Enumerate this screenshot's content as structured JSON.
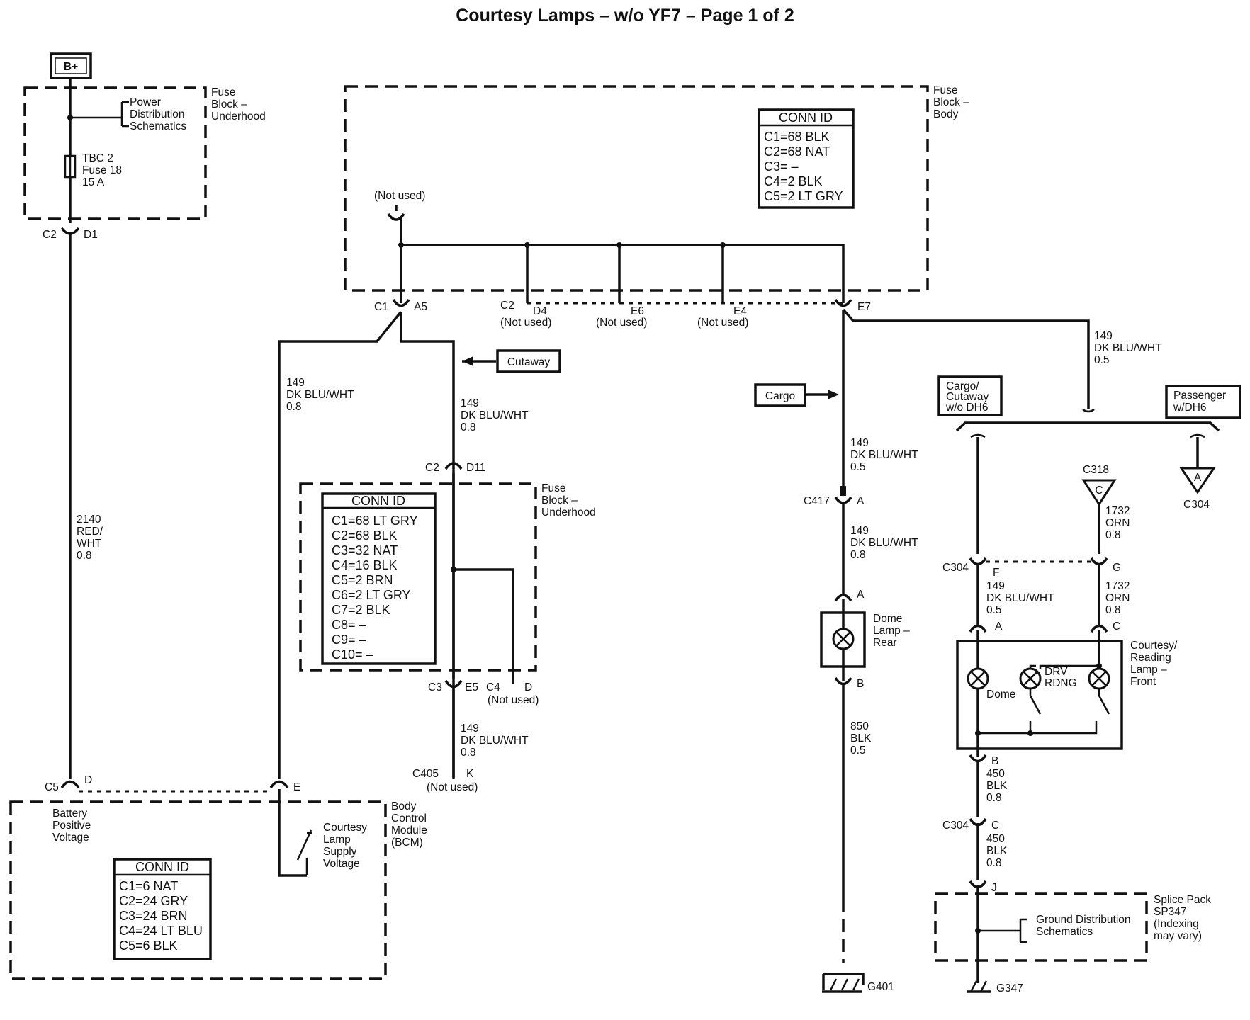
{
  "title": "Courtesy Lamps – w/o YF7  – Page 1 of 2",
  "battery": "B+",
  "fuse_block_underhood_top": {
    "label": [
      "Fuse",
      "Block –",
      "Underhood"
    ],
    "ref": [
      "Power",
      "Distribution",
      "Schematics"
    ],
    "fuse": [
      "TBC 2",
      "Fuse 18",
      "15 A"
    ],
    "conn_left": "C2",
    "conn_right": "D1"
  },
  "fuse_block_body": {
    "label": [
      "Fuse",
      "Block –",
      "Body"
    ],
    "not_used_top": "(Not used)",
    "conn_id": {
      "header": "CONN ID",
      "rows": [
        "C1=68 BLK",
        "C2=68 NAT",
        "C3= –",
        "C4=2 BLK",
        "C5=2 LT GRY"
      ]
    },
    "c1": "C1",
    "a5": "A5",
    "c2": "C2",
    "d4": "D4",
    "d4_note": "(Not used)",
    "e6": "E6",
    "e6_note": "(Not used)",
    "e4": "E4",
    "e4_note": "(Not used)",
    "e7": "E7"
  },
  "wires": {
    "w2140": [
      "2140",
      "RED/",
      "WHT",
      "0.8"
    ],
    "w149_left": [
      "149",
      "DK BLU/WHT",
      "0.8"
    ],
    "w149_mid": [
      "149",
      "DK BLU/WHT",
      "0.8"
    ],
    "w149_mid_low": [
      "149",
      "DK BLU/WHT",
      "0.8"
    ],
    "w149_cargo": [
      "149",
      "DK BLU/WHT",
      "0.5"
    ],
    "w149_c417": [
      "149",
      "DK BLU/WHT",
      "0.8"
    ],
    "w850": [
      "850",
      "BLK",
      "0.5"
    ],
    "w149_right": [
      "149",
      "DK BLU/WHT",
      "0.5"
    ],
    "w149_c304": [
      "149",
      "DK BLU/WHT",
      "0.5"
    ],
    "w1732_top": [
      "1732",
      "ORN",
      "0.8"
    ],
    "w1732_bot": [
      "1732",
      "ORN",
      "0.8"
    ],
    "w450_top": [
      "450",
      "BLK",
      "0.8"
    ],
    "w450_bot": [
      "450",
      "BLK",
      "0.8"
    ]
  },
  "cutaway": "Cutaway",
  "cargo": "Cargo",
  "fuse_block_underhood_mid": {
    "label": [
      "Fuse",
      "Block –",
      "Underhood"
    ],
    "c2": "C2",
    "d11": "D11",
    "conn_id": {
      "header": "CONN ID",
      "rows": [
        "C1=68 LT GRY",
        "C2=68 BLK",
        "C3=32 NAT",
        "C4=16 BLK",
        "C5=2 BRN",
        "C6=2 LT GRY",
        "C7=2 BLK",
        "C8= –",
        "C9= –",
        "C10= –"
      ]
    },
    "c3": "C3",
    "e5": "E5",
    "c4": "C4",
    "d": "D",
    "c4_note": "(Not used)"
  },
  "c405": {
    "label": "C405",
    "pin": "K",
    "note": "(Not used)"
  },
  "bcm": {
    "label": [
      "Body",
      "Control",
      "Module",
      "(BCM)"
    ],
    "c5": "C5",
    "d": "D",
    "e": "E",
    "battery_positive": [
      "Battery",
      "Positive",
      "Voltage"
    ],
    "courtesy_supply": [
      "Courtesy",
      "Lamp",
      "Supply",
      "Voltage"
    ],
    "conn_id": {
      "header": "CONN ID",
      "rows": [
        "C1=6 NAT",
        "C2=24 GRY",
        "C3=24 BRN",
        "C4=24 LT BLU",
        "C5=6 BLK"
      ]
    }
  },
  "c417": {
    "label": "C417",
    "pin": "A"
  },
  "dome_rear": {
    "label": [
      "Dome",
      "Lamp –",
      "Rear"
    ],
    "pin_a": "A",
    "pin_b": "B"
  },
  "g401": "G401",
  "options": {
    "cargo_cutaway": [
      "Cargo/",
      "Cutaway",
      "w/o DH6"
    ],
    "passenger": [
      "Passenger",
      "w/DH6"
    ]
  },
  "c318": {
    "label": "C318",
    "tri": "C"
  },
  "c304_ref": {
    "label": "C304",
    "tri": "A"
  },
  "c304": {
    "label": "C304",
    "pin_f": "F",
    "pin_g": "G",
    "pin_c": "C"
  },
  "front_lamp": {
    "label": [
      "Courtesy/",
      "Reading",
      "Lamp –",
      "Front"
    ],
    "pin_a": "A",
    "pin_c": "C",
    "pin_b": "B",
    "dome": "Dome",
    "drv": "DRV",
    "rdng": "RDNG"
  },
  "c304_low": {
    "label": "C304",
    "pin": "C"
  },
  "splice": {
    "pin": "J",
    "ground_ref": [
      "Ground Distribution",
      "Schematics"
    ],
    "label": [
      "Splice Pack",
      "SP347",
      "(Indexing",
      "may vary)"
    ]
  },
  "g347": "G347"
}
